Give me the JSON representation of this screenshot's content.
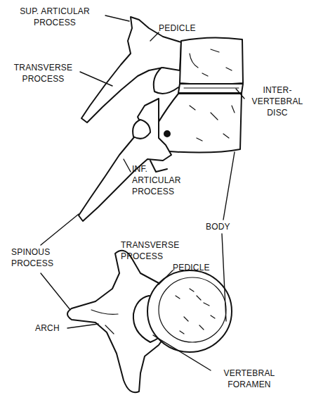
{
  "diagram": {
    "labels": [
      "SUP. ARTICULAR PROCESS",
      "PEDICLE",
      "TRANSVERSE PROCESS",
      "INTER- VERTEBRAL DISC",
      "INF. ARTICULAR PROCESS",
      "BODY",
      "SPINOUS PROCESS",
      "TRANSVERSE PROCESS",
      "PEDICLE",
      "ARCH",
      "VERTEBRAL FORAMEN"
    ]
  }
}
